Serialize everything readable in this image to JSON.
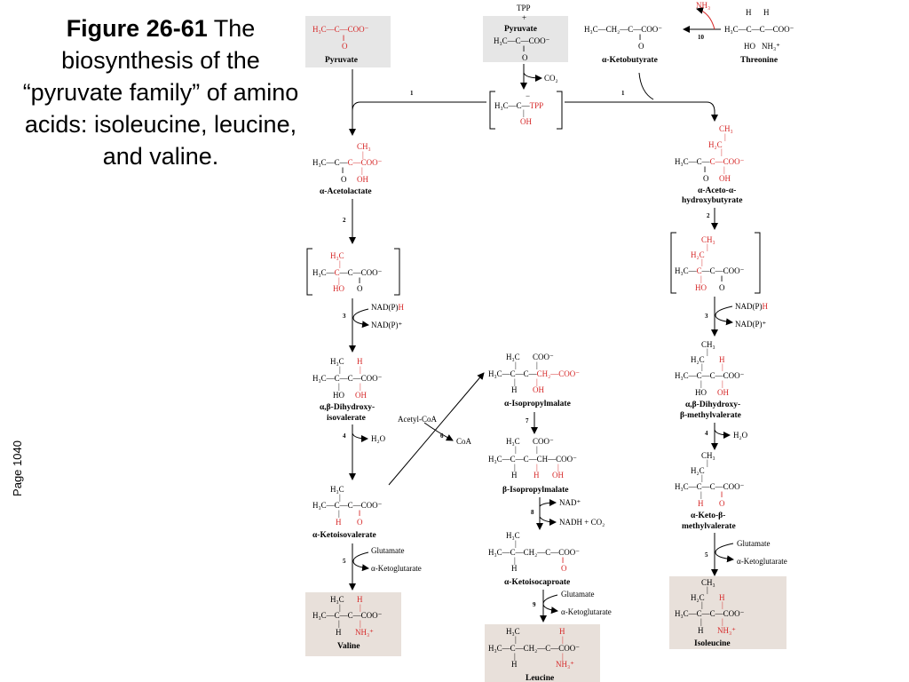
{
  "caption": {
    "figure": "Figure 26-61",
    "text": "The biosynthesis of the “pyruvate family” of amino acids: isoleucine, leucine, and valine."
  },
  "page_label": "Page 1040",
  "compounds": {
    "pyruvate": "Pyruvate",
    "pyruvate2": "Pyruvate",
    "tpp": "TPP",
    "plus": "+",
    "ketobutyrate": "α-Ketobutyrate",
    "threonine": "Threonine",
    "acetolactate": "α-Acetolactate",
    "acetohydroxy": [
      "α-Aceto-α-",
      "hydroxybutyrate"
    ],
    "dihydroxyisovalerate": [
      "α,β-Dihydroxy-",
      "isovalerate"
    ],
    "dihydroxymethylvalerate": [
      "α,β-Dihydroxy-",
      "β-methylvalerate"
    ],
    "isopropylmalate_a": "α-Isopropylmalate",
    "isopropylmalate_b": "β-Isopropylmalate",
    "ketoisovalerate": "α-Ketoisovalerate",
    "ketoisocaproate": "α-Ketoisocaproate",
    "ketomethylvalerate": [
      "α-Keto-β-",
      "methylvalerate"
    ],
    "valine": "Valine",
    "leucine": "Leucine",
    "isoleucine": "Isoleucine"
  },
  "cofactors": {
    "nh3": "NH₃",
    "co2": "CO₂",
    "nadph": "NAD(P)H",
    "nadp": "NAD(P)⁺",
    "h2o": "H₂O",
    "acetylcoa": "Acetyl-CoA",
    "coa": "CoA",
    "glutamate": "Glutamate",
    "ketoglutarate": "α-Ketoglutarate",
    "nad": "NAD⁺",
    "nadh_co2": "NADH + CO₂"
  },
  "steps": [
    "1",
    "2",
    "3",
    "4",
    "5",
    "6",
    "7",
    "8",
    "9",
    "10"
  ],
  "colors": {
    "highlight": "#d62828",
    "box_gray": "#e6e6e6",
    "box_tan": "#e8e0da"
  }
}
